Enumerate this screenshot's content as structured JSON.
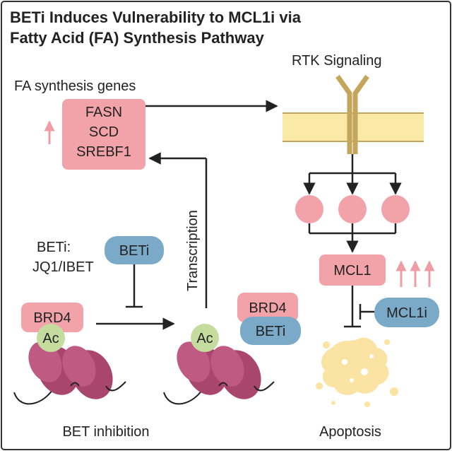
{
  "title": {
    "line1": "BETi Induces Vulnerability to MCL1i via",
    "line2": "Fatty Acid (FA) Synthesis Pathway"
  },
  "labels": {
    "fa_genes_heading": "FA synthesis genes",
    "rtk": "RTK Signaling",
    "transcription": "Transcription",
    "beti_label_line1": "BETi:",
    "beti_label_line2": "JQ1/IBET",
    "bet_inhibition": "BET inhibition",
    "apoptosis": "Apoptosis"
  },
  "genes": [
    "FASN",
    "SCD",
    "SREBF1"
  ],
  "boxes": {
    "beti": "BETi",
    "brd4_left": "BRD4",
    "ac_left": "Ac",
    "brd4_right": "BRD4",
    "beti_bound": "BETi",
    "ac_right": "Ac",
    "mcl1": "MCL1",
    "mcl1i": "MCL1i"
  },
  "colors": {
    "pink": "#f2a3aa",
    "blue": "#7ba9c8",
    "green": "#c4dd9f",
    "nucleosome": "#a9466e",
    "membrane": "#fbe9a8",
    "receptor": "#c3a55c",
    "apoptosis": "#fbe3a3",
    "up_arrow": "#ef9ca4",
    "ink": "#222222"
  }
}
